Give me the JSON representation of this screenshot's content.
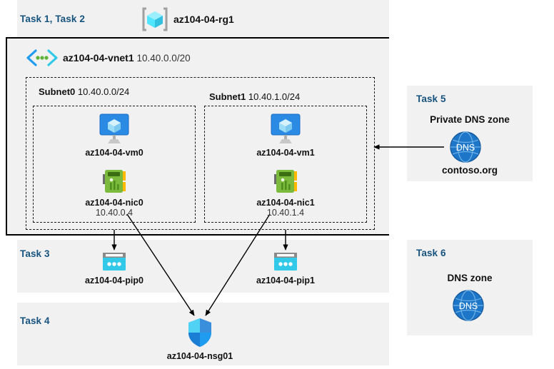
{
  "bands": {
    "resource_group": {
      "task_label": "Task 1, Task 2",
      "icon": "resource-group-icon",
      "name": "az104-04-rg1"
    },
    "vnet": {
      "icon": "virtual-network-icon",
      "name": "az104-04-vnet1",
      "address_space": "10.40.0.0/20"
    },
    "task3": {
      "task_label": "Task 3"
    },
    "task4": {
      "task_label": "Task 4"
    },
    "task5": {
      "task_label": "Task 5",
      "zone_title": "Private DNS zone",
      "icon": "dns-zone-icon",
      "icon_text": "DNS",
      "zone_name": "contoso.org"
    },
    "task6": {
      "task_label": "Task 6",
      "zone_title": "DNS zone",
      "icon": "dns-zone-icon",
      "icon_text": "DNS"
    }
  },
  "subnets": [
    {
      "name": "Subnet0",
      "cidr": "10.40.0.0/24"
    },
    {
      "name": "Subnet1",
      "cidr": "10.40.1.0/24"
    }
  ],
  "nodes": {
    "vm0": {
      "icon": "virtual-machine-icon",
      "name": "az104-04-vm0"
    },
    "vm1": {
      "icon": "virtual-machine-icon",
      "name": "az104-04-vm1"
    },
    "nic0": {
      "icon": "network-interface-icon",
      "name": "az104-04-nic0",
      "ip": "10.40.0.4"
    },
    "nic1": {
      "icon": "network-interface-icon",
      "name": "az104-04-nic1",
      "ip": "10.40.1.4"
    },
    "pip0": {
      "icon": "public-ip-icon",
      "name": "az104-04-pip0"
    },
    "pip1": {
      "icon": "public-ip-icon",
      "name": "az104-04-pip1"
    },
    "nsg": {
      "icon": "network-security-group-icon",
      "name": "az104-04-nsg01"
    }
  },
  "colors": {
    "task_label": "#16537e",
    "band_background": "#f1f1f1",
    "border": "#000000",
    "vm_icon": "#2a8ae4",
    "nic_icon": "#7cba3d",
    "pip_icon": "#32c8e8",
    "nsg_icon": "#1f9bf0",
    "dns_icon": "#1e76c8",
    "rg_icon": "#50e6ff"
  }
}
